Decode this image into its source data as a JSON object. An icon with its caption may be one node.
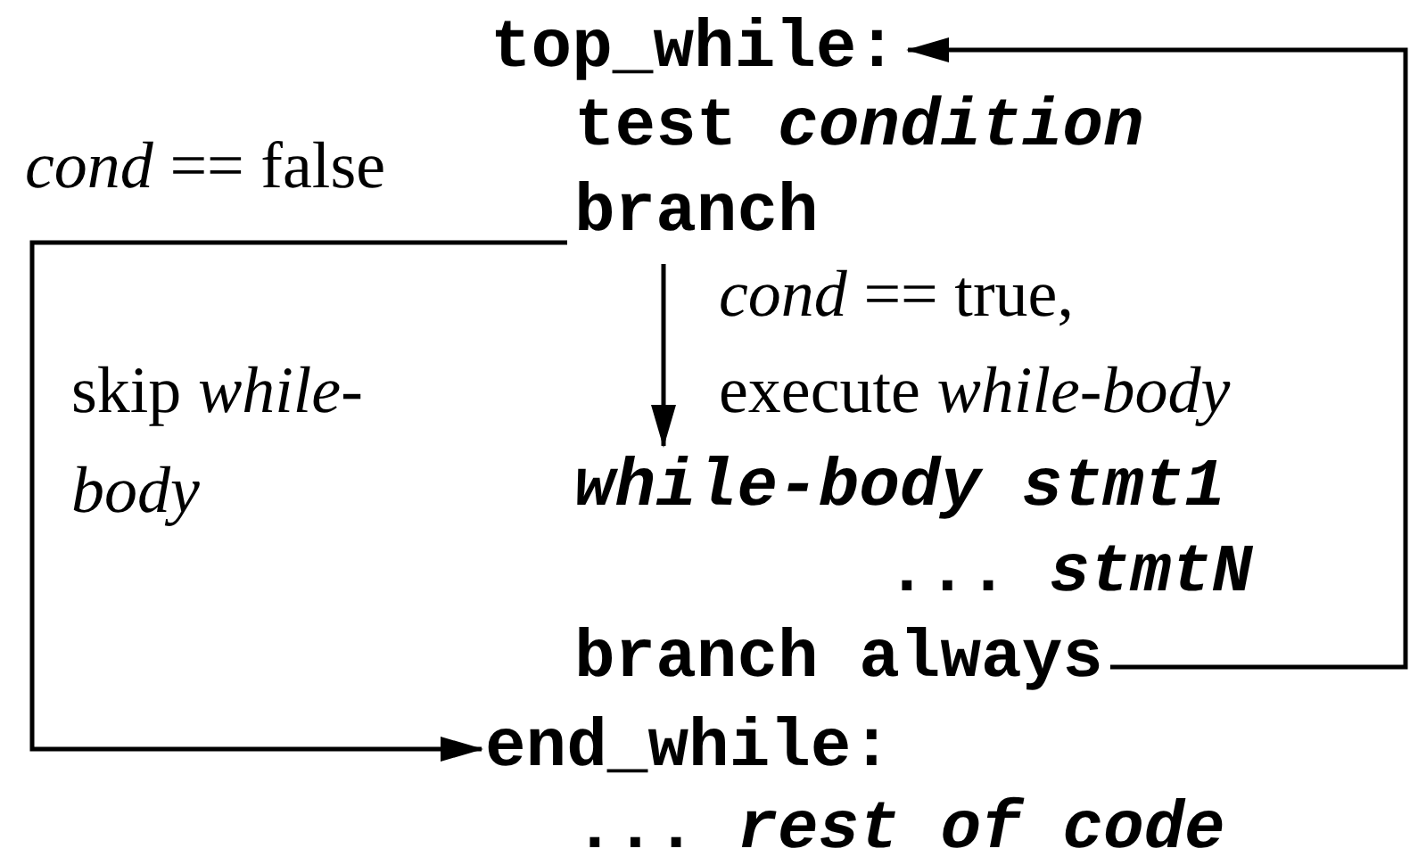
{
  "diagram": {
    "nodes": [
      {
        "text": [
          "top_while:"
        ]
      },
      {
        "text": [
          "test *condition*"
        ]
      },
      {
        "text": [
          "branch"
        ]
      },
      {
        "text": [
          "while-body stmt1"
        ]
      },
      {
        "text": [
          "... *stmtN*"
        ]
      },
      {
        "text": [
          "branch always"
        ]
      },
      {
        "text": [
          "end_while:"
        ]
      },
      {
        "text": [
          "... *rest of code*"
        ]
      }
    ],
    "edges": [
      {
        "from": 5,
        "to": 0,
        "arrow": "to"
      },
      {
        "from": 2,
        "to": 6,
        "arrow": "to",
        "label": "*cond* == false"
      },
      {
        "from": 2,
        "to": 3,
        "arrow": "to",
        "label": "*cond* == true,"
      }
    ],
    "labels": [
      "skip *while-body*",
      "execute *while-body*"
    ]
  }
}
